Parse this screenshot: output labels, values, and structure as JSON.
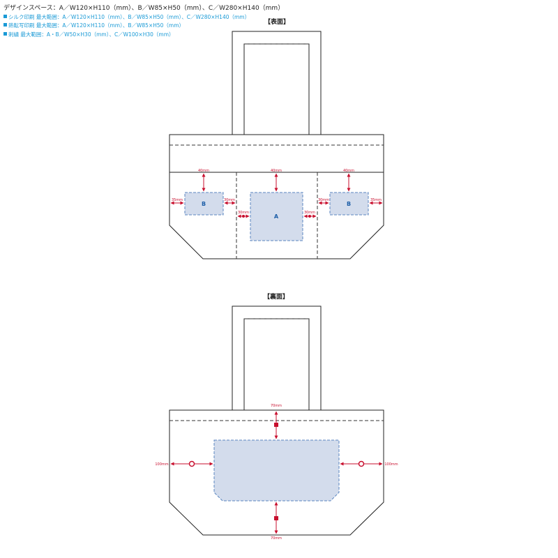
{
  "spec": {
    "title": "デザインスペース：A／W120×H110（mm）、B／W85×H50（mm）、C／W280×H140（mm）",
    "lines": [
      "シルク印刷 最大範囲：A／W120×H110（mm）、B／W85×H50（mm）、C／W280×H140（mm）",
      "熱転写印刷 最大範囲：A／W120×H110（mm）、B／W85×H50（mm）",
      "刺繍 最大範囲：A・B／W50×H30（mm）、C／W100×H30（mm）"
    ]
  },
  "front": {
    "heading": "【表面】",
    "areas": {
      "a": "A",
      "b_left": "B",
      "b_right": "B"
    },
    "dims": {
      "top_left": "40mm",
      "top_center": "40mm",
      "top_right": "40mm",
      "side_left": "35mm",
      "side_right": "35mm",
      "b_inner_left": "30mm",
      "b_inner_right": "30mm",
      "a_left": "30mm",
      "a_right": "30mm"
    }
  },
  "back": {
    "heading": "【裏面】",
    "dims": {
      "top": "70mm",
      "bottom": "70mm",
      "left": "100mm",
      "right": "100mm"
    }
  },
  "colors": {
    "outline": "#222222",
    "dimension": "#c80f2e",
    "print_fill": "#d3dcec",
    "print_border": "#5b86c0",
    "spec_text": "#1a9ad6"
  }
}
